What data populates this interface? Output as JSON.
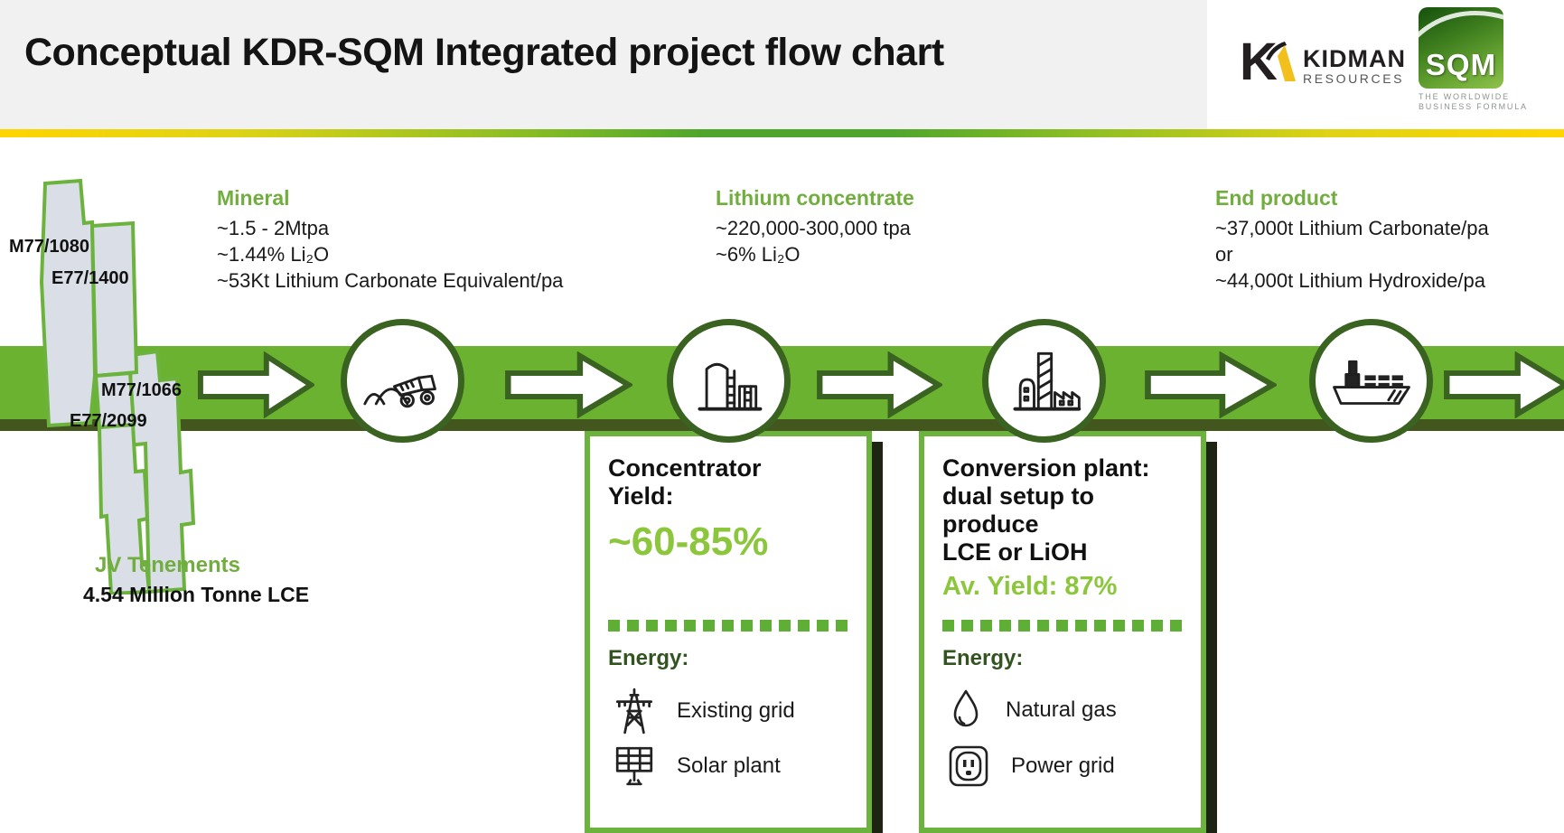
{
  "slide": {
    "title": "Conceptual KDR-SQM Integrated project flow chart"
  },
  "logos": {
    "kidman": {
      "mark": "K",
      "name": "KIDMAN",
      "subtitle": "RESOURCES"
    },
    "sqm": {
      "mark": "SQM",
      "tagline1": "THE WORLDWIDE",
      "tagline2": "BUSINESS FORMULA"
    }
  },
  "tenements": {
    "labels": [
      "M77/1080",
      "E77/1400",
      "M77/1066",
      "E77/2099"
    ],
    "title": "JV Tenements",
    "value": "4.54 Million Tonne LCE"
  },
  "annotations": [
    {
      "title": "Mineral",
      "lines": [
        "~1.5 - 2Mtpa",
        "~1.44% Li₂O",
        "~53Kt Lithium Carbonate Equivalent/pa"
      ]
    },
    {
      "title": "Lithium concentrate",
      "lines": [
        "~220,000-300,000 tpa",
        "~6% Li₂O"
      ]
    },
    {
      "title": "End product",
      "lines": [
        "~37,000t Lithium Carbonate/pa",
        "or",
        "~44,000t Lithium Hydroxide/pa"
      ]
    }
  ],
  "stages": [
    {
      "icon": "haul-truck-icon"
    },
    {
      "icon": "storage-tanks-icon"
    },
    {
      "icon": "conversion-plant-icon"
    },
    {
      "icon": "cargo-ship-icon"
    }
  ],
  "boxes": [
    {
      "title_lines": [
        "Concentrator",
        "Yield:"
      ],
      "highlight": "~60-85%",
      "energy_label": "Energy:",
      "items": [
        {
          "icon": "transmission-tower-icon",
          "label": "Existing grid"
        },
        {
          "icon": "solar-panel-icon",
          "label": "Solar plant"
        }
      ]
    },
    {
      "title_lines": [
        "Conversion plant:",
        "dual setup to",
        "produce",
        "LCE or LiOH"
      ],
      "highlight": "Av. Yield: 87%",
      "energy_label": "Energy:",
      "items": [
        {
          "icon": "droplet-icon",
          "label": "Natural gas"
        },
        {
          "icon": "power-outlet-icon",
          "label": "Power grid"
        }
      ]
    }
  ],
  "colors": {
    "band_green": "#6ab22f",
    "dark_green": "#3a6322",
    "olive_underline": "#42561d",
    "heading_green": "#72ad3f",
    "highlight_green": "#8cc63c",
    "box_border_green": "#6cb33d",
    "accent_yellow": "#ffd500",
    "tenement_fill": "#d9dee7"
  }
}
